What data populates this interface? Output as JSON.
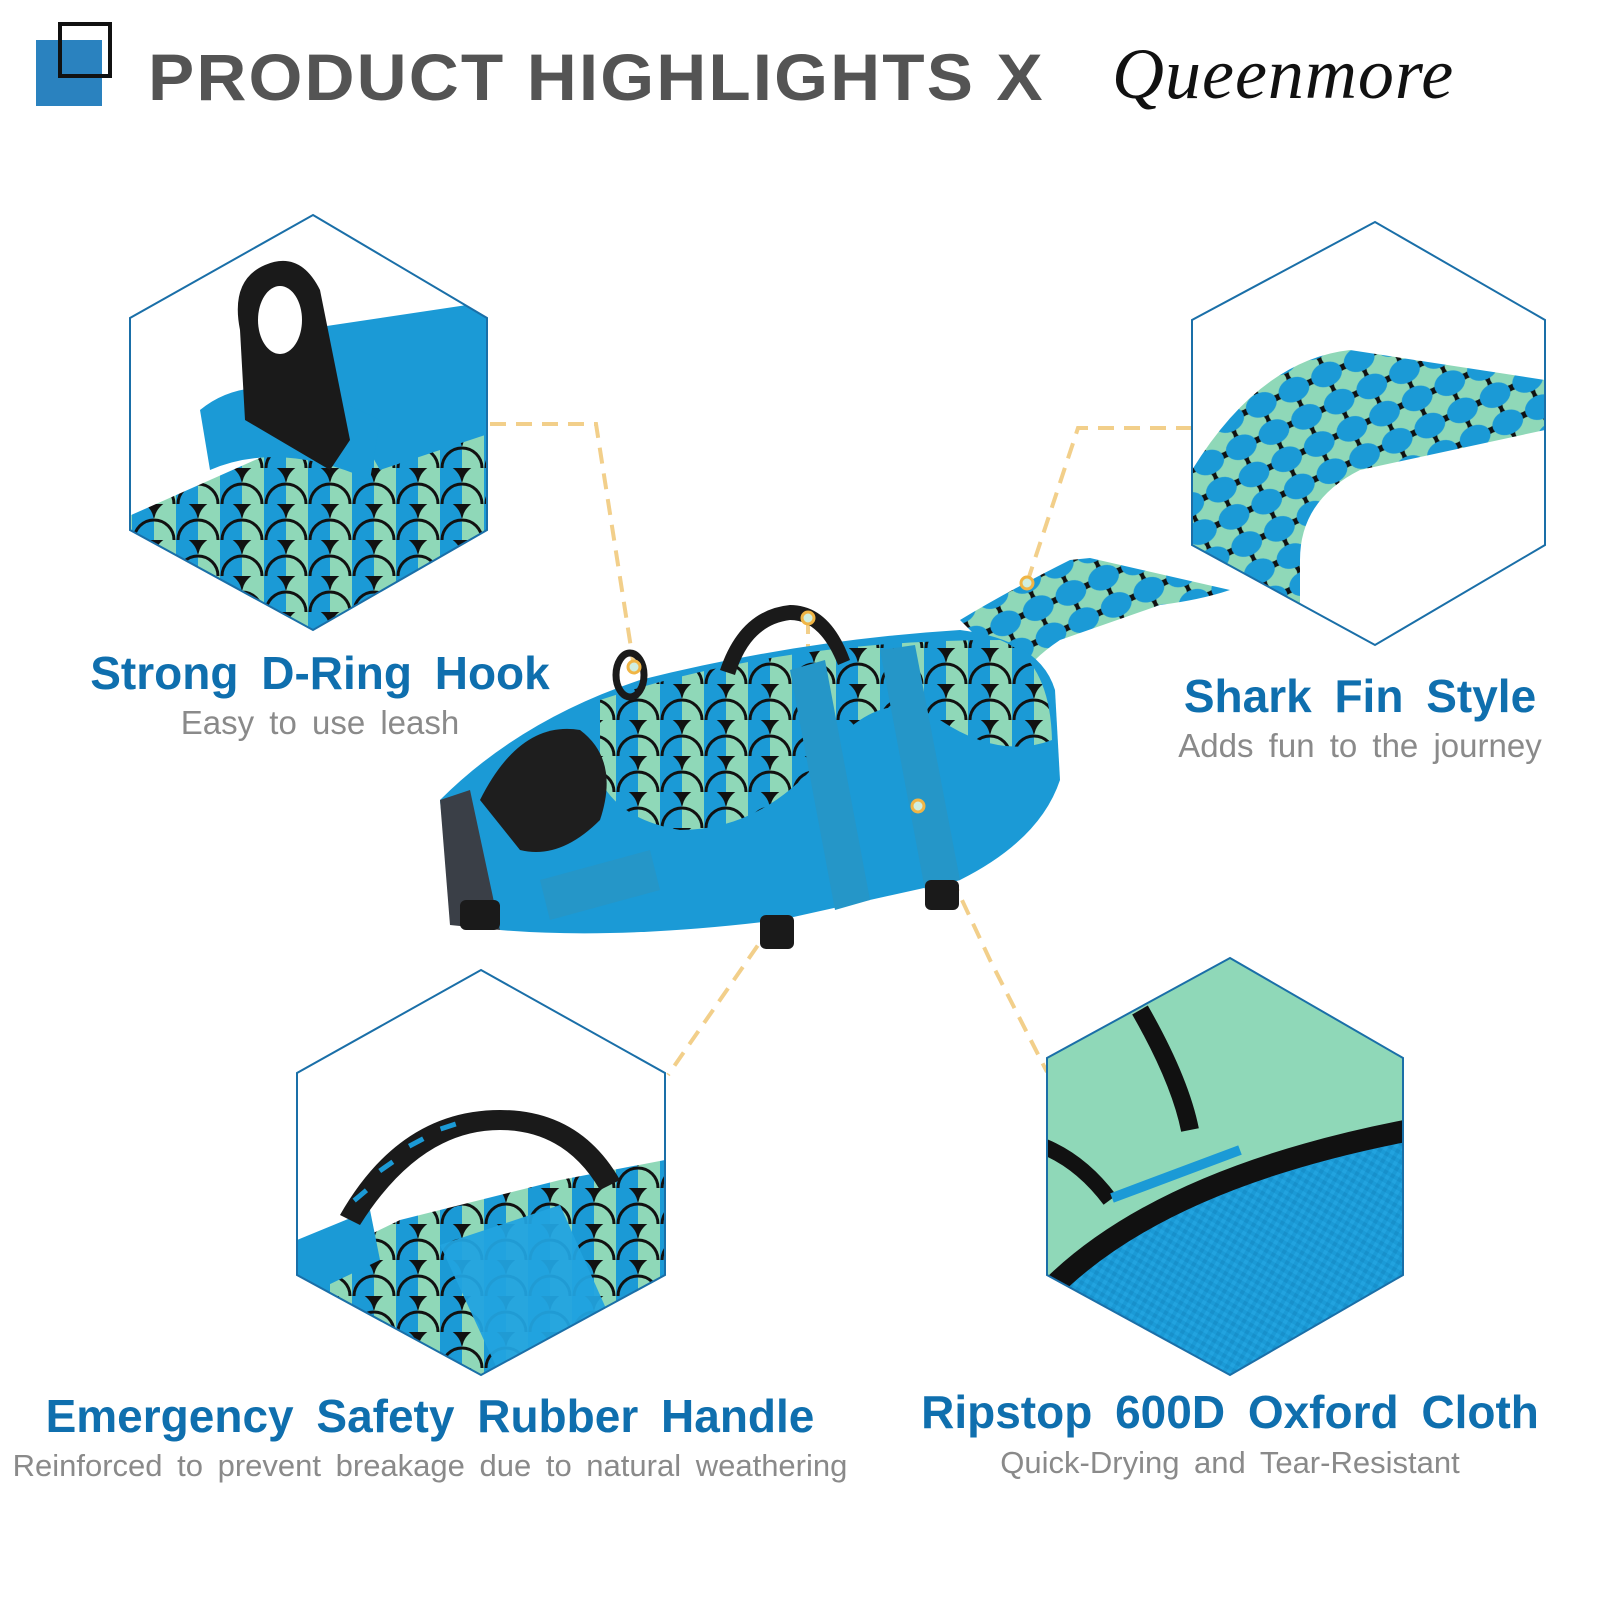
{
  "header": {
    "title": "PRODUCT  HIGHLIGHTS  X",
    "brand": "Queenmore",
    "logo_icon": "overlapping-squares-icon"
  },
  "features": [
    {
      "title": "Strong  D-Ring  Hook",
      "subtitle": "Easy to use leash",
      "image": "d-ring-hook-closeup"
    },
    {
      "title": "Shark  Fin  Style",
      "subtitle": "Adds fun to the journey",
      "image": "shark-fin-closeup"
    },
    {
      "title": "Emergency  Safety  Rubber  Handle",
      "subtitle": "Reinforced to prevent breakage due to natural weathering",
      "image": "rubber-handle-closeup"
    },
    {
      "title": "Ripstop  600D  Oxford  Cloth",
      "subtitle": "Quick-Drying and Tear-Resistant",
      "image": "oxford-cloth-closeup"
    }
  ],
  "product": {
    "image": "mermaid-dog-life-jacket"
  },
  "colors": {
    "accent_blue": "#0f6fae",
    "hex_stroke": "#1a6fa8",
    "logo_blue": "#2a82bf",
    "title_gray": "#545454",
    "subtitle_gray": "#8a8a8a",
    "connector": "#f2cf8a",
    "fabric_blue": "#1b9ad6",
    "scale_mint": "#8fd8b8",
    "black": "#111111"
  }
}
